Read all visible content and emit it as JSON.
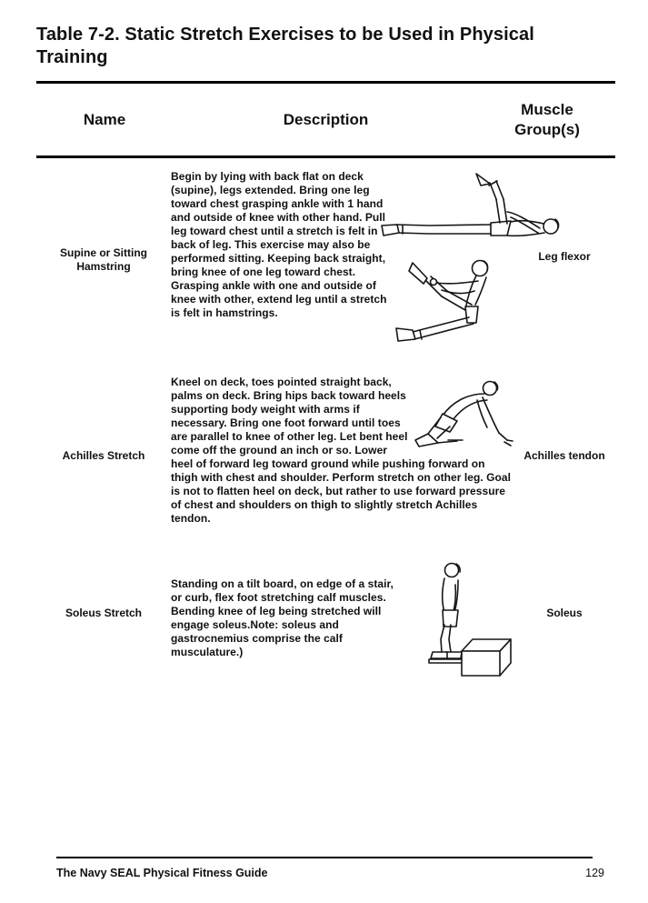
{
  "page": {
    "title": "Table 7-2. Static Stretch Exercises to be Used in Physical Training"
  },
  "table": {
    "headers": {
      "name": "Name",
      "description": "Description",
      "muscle": "Muscle Group(s)"
    },
    "rows": [
      {
        "name": "Supine or Sitting Hamstring",
        "description": "Begin by lying with back flat on deck (supine), legs extended. Bring one leg toward chest grasping ankle with 1 hand and outside of knee with other hand. Pull leg toward chest until a stretch is felt in back of leg. This exercise may also be performed sitting. Keeping back straight, bring knee of one leg toward chest. Grasping ankle with one and outside of knee with other, extend leg until a stretch is felt in hamstrings.",
        "muscle": "Leg flexor",
        "illustrations": [
          "supine-hamstring-figure",
          "sitting-hamstring-figure"
        ]
      },
      {
        "name": "Achilles Stretch",
        "description": "Kneel on deck, toes pointed straight back, palms on deck. Bring hips back toward heels supporting body weight with arms if necessary. Bring one foot forward until toes are parallel to knee of other leg. Let bent heel come off the ground an inch or so. Lower heel of forward leg toward ground while pushing forward on thigh with chest and shoulder. Perform stretch on other leg. Goal is not to flatten heel on deck, but rather to use forward pressure of chest and shoulders on thigh to slightly stretch Achilles tendon.",
        "muscle": "Achilles tendon",
        "illustrations": [
          "kneeling-achilles-figure"
        ]
      },
      {
        "name": "Soleus Stretch",
        "description": "Standing on a tilt board, on edge of a stair, or curb, flex foot stretching calf muscles. Bending knee of leg being stretched will engage soleus.Note: soleus and gastrocnemius comprise the calf musculature.)",
        "muscle": "Soleus",
        "illustrations": [
          "standing-soleus-figure"
        ]
      }
    ]
  },
  "footer": {
    "text": "The Navy SEAL Physical Fitness Guide",
    "page_number": "129"
  }
}
